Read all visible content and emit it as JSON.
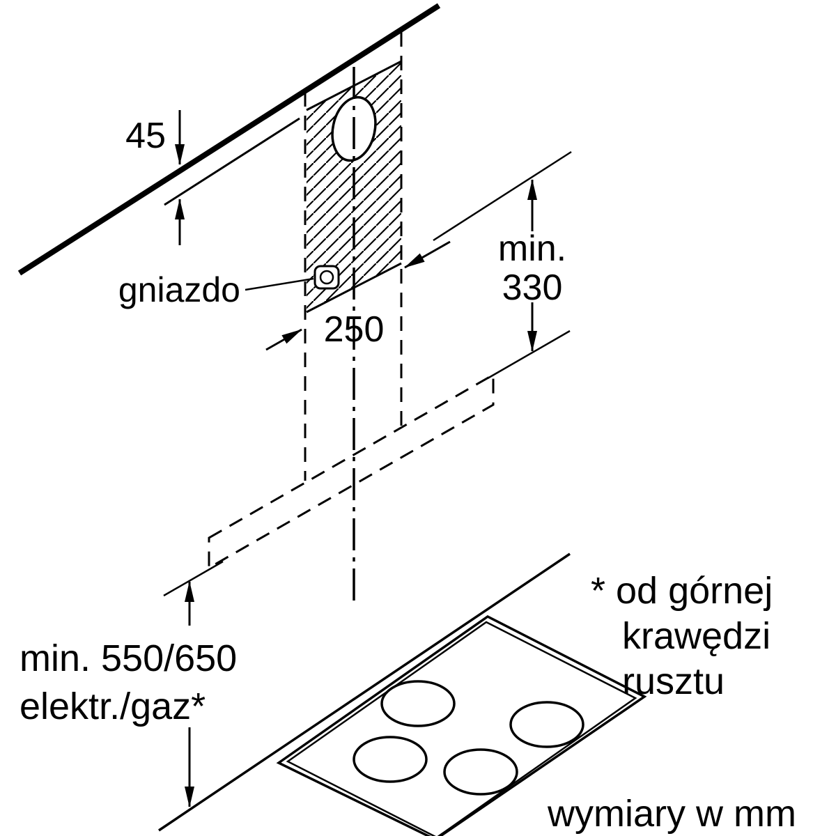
{
  "diagram": {
    "type": "appliance-installation-dimension-drawing",
    "units_note": "wymiary w mm",
    "colors": {
      "line": "#000000",
      "background": "#ffffff"
    },
    "dimensions": {
      "ceiling_gap": "45",
      "plate_width": "250",
      "min_label": "min.",
      "min_clearance": "330",
      "hob_clearance": "min. 550/650",
      "hob_clearance_type": "elektr./gaz*"
    },
    "labels": {
      "socket": "gniazdo",
      "footnote": [
        "* od górnej",
        "krawędzi",
        "rusztu"
      ]
    }
  }
}
